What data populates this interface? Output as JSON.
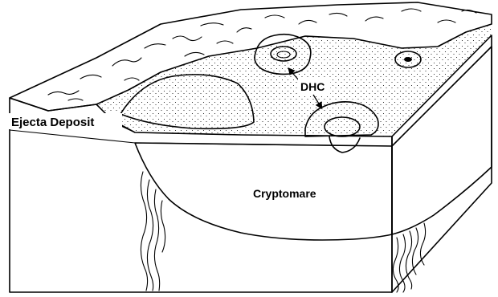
{
  "labels": {
    "ejecta_deposit": "Ejecta Deposit",
    "dhc": "DHC",
    "cryptomare": "Cryptomare"
  }
}
